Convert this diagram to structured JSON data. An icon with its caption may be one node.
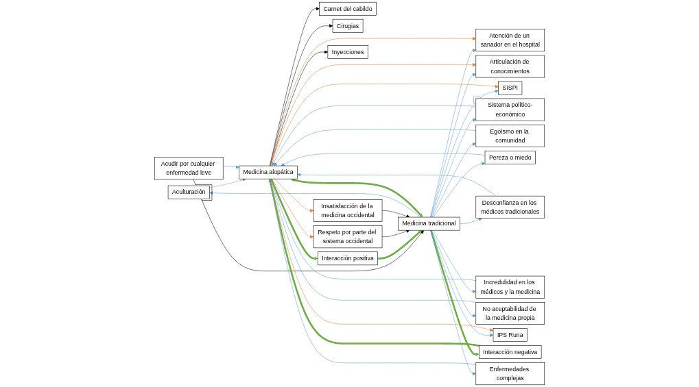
{
  "diagram": {
    "nodes": [
      {
        "text": [
          "Aculturación"
        ]
      },
      {
        "text": [
          "Sistema político-económico"
        ]
      },
      {
        "text": [
          "Egoísmo en la comunidad"
        ]
      },
      {
        "text": [
          "Pereza o miedo"
        ]
      },
      {
        "text": [
          "Desconfianza en los médicos tradicionales"
        ]
      },
      {
        "text": [
          "Incredulidad en los médicos y la medicina"
        ]
      },
      {
        "text": [
          "Acudir por cualquier enfermedad leve"
        ]
      },
      {
        "text": [
          "No aceptabilidad de la medicina propia"
        ]
      },
      {
        "text": [
          "Interacción negativa"
        ]
      },
      {
        "text": [
          "Medicina tradicional"
        ]
      },
      {
        "text": [
          "Medicina alopática"
        ]
      },
      {
        "text": [
          "Carnet del cabildo"
        ]
      },
      {
        "text": [
          "Cirugias"
        ]
      },
      {
        "text": [
          "Interacción positiva"
        ]
      },
      {
        "text": [
          "Inyecciones"
        ]
      },
      {
        "text": [
          "Enfermedades complejas"
        ]
      },
      {
        "text": [
          "Atención de un sanador en el hospital"
        ]
      },
      {
        "text": [
          "Articulación de conocimientos"
        ]
      },
      {
        "text": [
          "Respeto por parte del sistema occidental"
        ]
      },
      {
        "text": [
          "Insatisfacción de la medicina occidental"
        ]
      },
      {
        "text": [
          "SISPI"
        ]
      },
      {
        "text": [
          "IPS Runa"
        ]
      }
    ],
    "edges": [
      {
        "from": 9,
        "to": 0,
        "arrow": "to"
      },
      {
        "from": 9,
        "to": 1,
        "arrow": "to"
      },
      {
        "from": 9,
        "to": 2,
        "arrow": "to"
      },
      {
        "from": 9,
        "to": 3,
        "arrow": "to"
      },
      {
        "from": 9,
        "to": 4,
        "arrow": "to"
      },
      {
        "from": 9,
        "to": 5,
        "arrow": "to"
      },
      {
        "from": 6,
        "to": 9,
        "arrow": "to",
        "color": "#000000"
      },
      {
        "from": 9,
        "to": 7,
        "arrow": "to"
      },
      {
        "from": 0,
        "to": 10,
        "arrow": "to"
      },
      {
        "from": 1,
        "to": 10,
        "arrow": "to"
      },
      {
        "from": 2,
        "to": 10,
        "arrow": "to"
      },
      {
        "from": 3,
        "to": 10,
        "arrow": "to"
      },
      {
        "from": 4,
        "to": 10,
        "arrow": "to"
      },
      {
        "from": 5,
        "to": 10,
        "arrow": "to"
      },
      {
        "from": 6,
        "to": 10,
        "arrow": "to"
      },
      {
        "from": 7,
        "to": 10,
        "arrow": "to"
      },
      {
        "from": 9,
        "to": 8,
        "arrow": "to",
        "style": "thick",
        "color": "#70ad47"
      },
      {
        "from": 8,
        "to": 10,
        "arrow": "to",
        "style": "thick",
        "color": "#70ad47"
      },
      {
        "from": 9,
        "to": 10,
        "arrow": "both",
        "style": "thick",
        "color": "#70ad47"
      },
      {
        "from": 10,
        "to": 13,
        "arrow": "to",
        "style": "thick",
        "color": "#70ad47"
      },
      {
        "from": 13,
        "to": 9,
        "arrow": "to",
        "style": "thick",
        "color": "#70ad47"
      },
      {
        "from": 10,
        "to": 11,
        "arrow": "to",
        "color": "#000000"
      },
      {
        "from": 10,
        "to": 12,
        "arrow": "to",
        "color": "#000000"
      },
      {
        "from": 10,
        "to": 14,
        "arrow": "to",
        "color": "#000000"
      },
      {
        "from": 9,
        "to": 15,
        "arrow": "to"
      },
      {
        "from": 9,
        "to": 16,
        "arrow": "to"
      },
      {
        "from": 9,
        "to": 17,
        "arrow": "to"
      },
      {
        "from": 18,
        "to": 9,
        "arrow": "to",
        "color": "#000000"
      },
      {
        "from": 19,
        "to": 9,
        "arrow": "to",
        "color": "#000000"
      },
      {
        "from": 9,
        "to": 20,
        "arrow": "to"
      },
      {
        "from": 9,
        "to": 21,
        "arrow": "to"
      },
      {
        "from": 15,
        "to": 10,
        "arrow": "to"
      },
      {
        "from": 10,
        "to": 16,
        "arrow": "to",
        "color": "#ed7d31"
      },
      {
        "from": 10,
        "to": 17,
        "arrow": "to",
        "color": "#ed7d31"
      },
      {
        "from": 10,
        "to": 18,
        "arrow": "to",
        "color": "#ed7d31"
      },
      {
        "from": 10,
        "to": 19,
        "arrow": "to",
        "color": "#ed7d31"
      },
      {
        "from": 10,
        "to": 20,
        "arrow": "to",
        "color": "#ed7d31"
      },
      {
        "from": 10,
        "to": 21,
        "arrow": "to",
        "color": "#ed7d31"
      }
    ]
  }
}
